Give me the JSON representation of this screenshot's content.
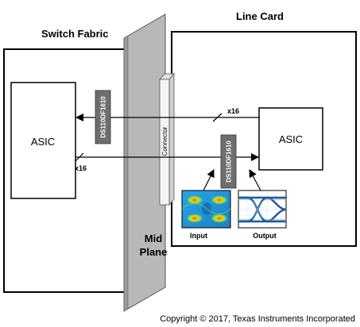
{
  "labels": {
    "switch_fabric": "Switch Fabric",
    "line_card": "Line Card",
    "asic_left": "ASIC",
    "asic_right": "ASIC",
    "retimer_left": "DS110DF1610",
    "retimer_right": "DS110DF1610",
    "connector": "Connector",
    "bus_top": "x16",
    "bus_bottom": "x16",
    "mid": "Mid",
    "plane": "Plane",
    "eye_input": "Input",
    "eye_output": "Output",
    "copyright": "Copyright © 2017, Texas Instruments Incorporated"
  },
  "colors": {
    "midplane_fill": "#b8b8b8",
    "retimer_fill": "#6e6e6e",
    "connector_fill": "#f4f4f4"
  }
}
